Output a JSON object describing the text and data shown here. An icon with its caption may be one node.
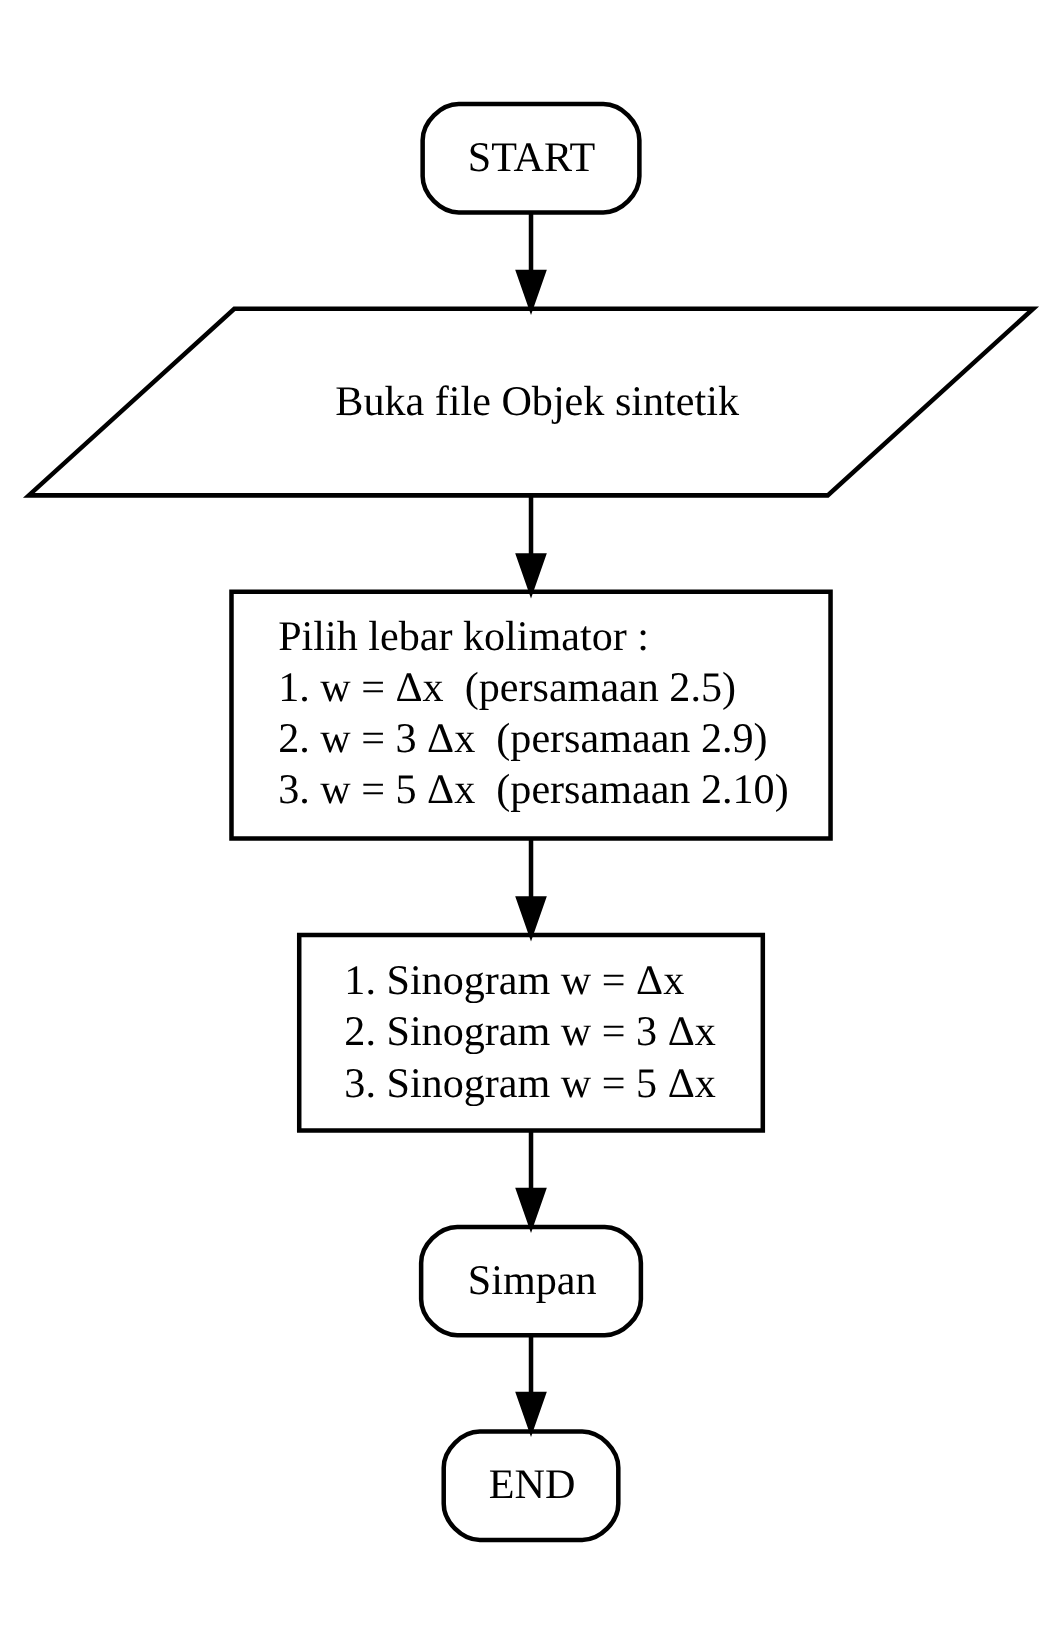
{
  "diagram": {
    "nodes": [
      {
        "text": [
          "START"
        ]
      },
      {
        "text": [
          "Buka file Objek sintetik"
        ]
      },
      {
        "text": [
          "Pilih lebar kolimator :",
          "1. w = Δx  (persamaan 2.5)",
          "2. w = 3 Δx  (persamaan 2.9)",
          "3. w = 5 Δx  (persamaan 2.10)"
        ]
      },
      {
        "text": [
          "1. Sinogram w = Δx",
          "2. Sinogram w = 3 Δx",
          "3. Sinogram w = 5 Δx"
        ]
      },
      {
        "text": [
          "Simpan"
        ]
      },
      {
        "text": [
          "END"
        ]
      }
    ],
    "edges": [
      {
        "from": 0,
        "to": 1,
        "arrow": "to"
      },
      {
        "from": 1,
        "to": 2,
        "arrow": "to"
      },
      {
        "from": 2,
        "to": 3,
        "arrow": "to"
      },
      {
        "from": 3,
        "to": 4,
        "arrow": "to"
      },
      {
        "from": 4,
        "to": 5,
        "arrow": "to"
      }
    ]
  }
}
